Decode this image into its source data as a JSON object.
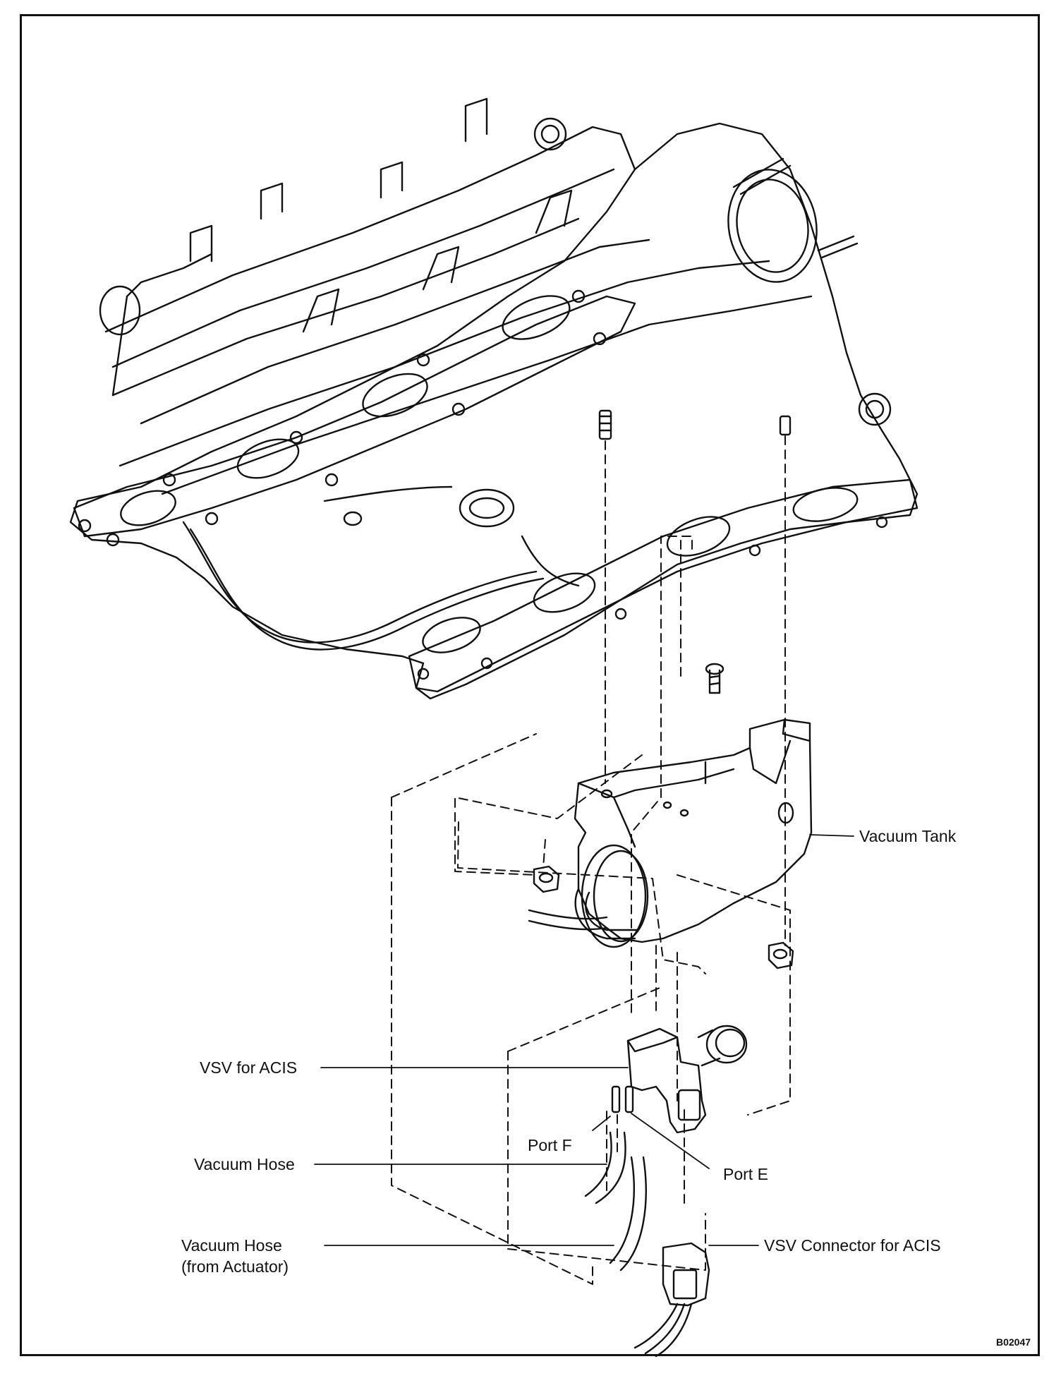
{
  "labels": {
    "vacuum_tank": "Vacuum Tank",
    "vsv_for_acis": "VSV for ACIS",
    "port_f": "Port F",
    "port_e": "Port E",
    "vacuum_hose": "Vacuum Hose",
    "vacuum_hose_actuator_line1": "Vacuum Hose",
    "vacuum_hose_actuator_line2": "(from Actuator)",
    "vsv_connector": "VSV Connector for ACIS"
  },
  "figure_id": "B02047",
  "colors": {
    "line": "#111111",
    "background": "#ffffff"
  }
}
